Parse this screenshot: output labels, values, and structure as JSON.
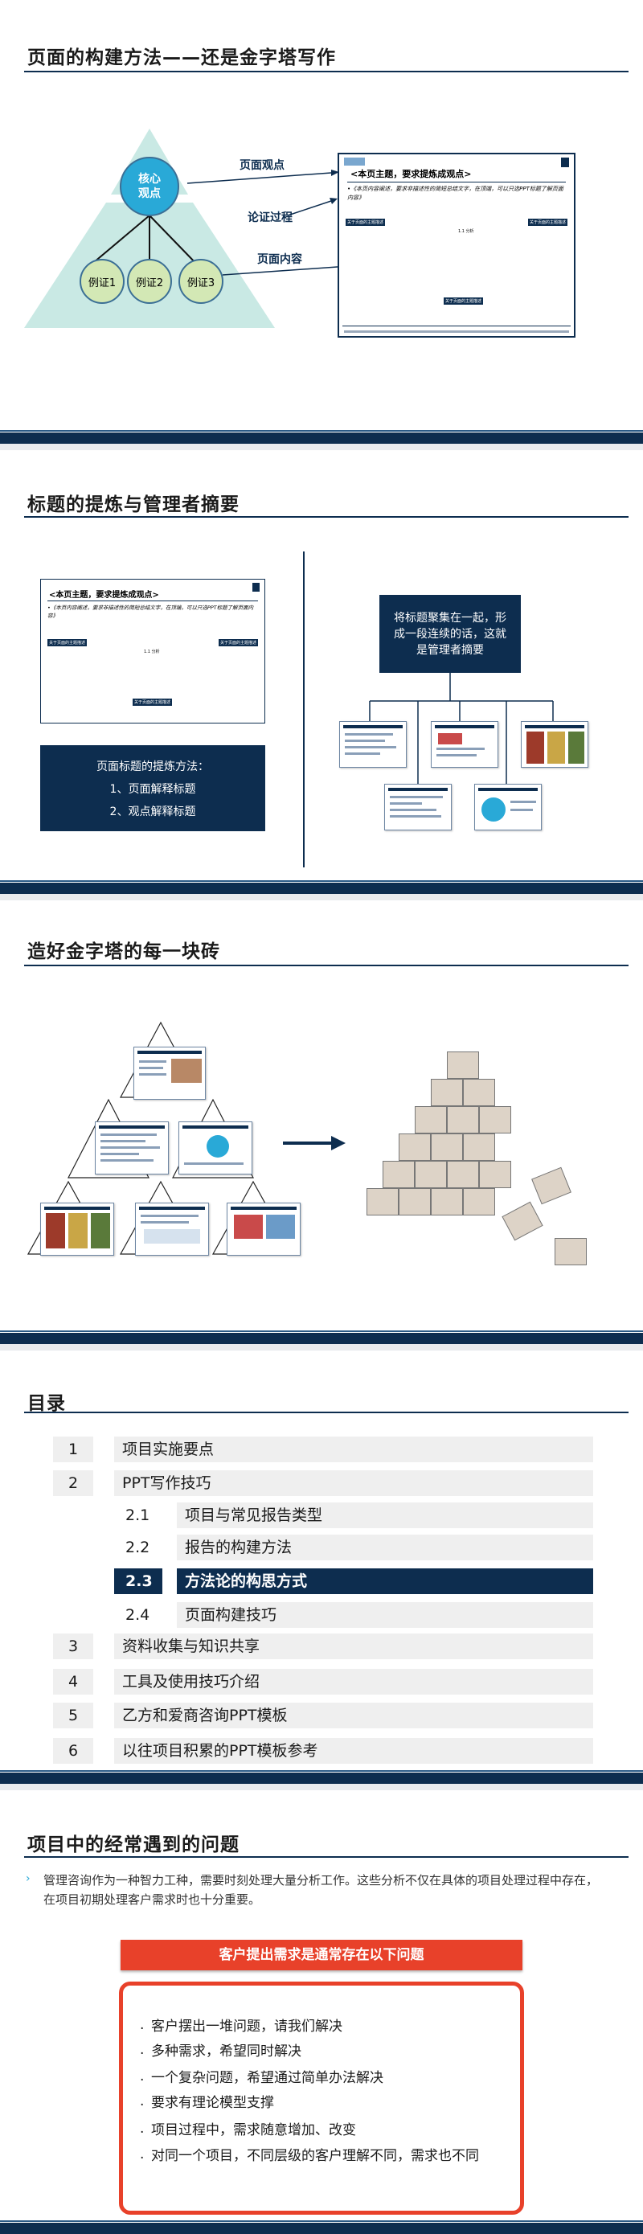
{
  "slide1": {
    "title": "页面的构建方法——还是金字塔写作",
    "core_label_1": "核心",
    "core_label_2": "观点",
    "evidence": [
      "例证1",
      "例证2",
      "例证3"
    ],
    "label_view": "页面观点",
    "label_argument": "论证过程",
    "label_content": "页面内容",
    "doc_title": "<本页主题，要求提炼成观点>",
    "doc_text": "•《本页内容阐述，要求非描述性的简短总结文字，在顶端，可以只选PPT标题了解页面内容》",
    "doc_col_left": "关于页面的主题描述",
    "doc_col_mid": "1.1 分析",
    "doc_col_right": "关于页面的主题描述",
    "doc_bottom": "关于页面的主题描述"
  },
  "slide2": {
    "title": "标题的提炼与管理者摘要",
    "doc_title": "<本页主题，要求提炼成观点>",
    "doc_text": "•《本页内容阐述，要求非描述性的简短总结文字，在顶端，可以只选PPT标题了解页面内容》",
    "doc_col_left": "关于页面的主题描述",
    "doc_col_mid": "1.1 分析",
    "doc_col_right": "关于页面的主题描述",
    "doc_bottom": "关于页面的主题描述",
    "method_heading": "页面标题的提炼方法：",
    "method_items": [
      "1、页面解释标题",
      "2、观点解释标题"
    ],
    "summary_box": "将标题聚集在一起，形成一段连续的话，这就是管理者摘要"
  },
  "slide3": {
    "title": "造好金字塔的每一块砖"
  },
  "slide4": {
    "title": "目录",
    "items": [
      {
        "num": "1",
        "label": "项目实施要点",
        "level": 1,
        "active": false
      },
      {
        "num": "2",
        "label": "PPT写作技巧",
        "level": 1,
        "active": false
      },
      {
        "num": "2.1",
        "label": "项目与常见报告类型",
        "level": 2,
        "active": false
      },
      {
        "num": "2.2",
        "label": "报告的构建方法",
        "level": 2,
        "active": false
      },
      {
        "num": "2.3",
        "label": "方法论的构思方式",
        "level": 2,
        "active": true
      },
      {
        "num": "2.4",
        "label": "页面构建技巧",
        "level": 2,
        "active": false
      },
      {
        "num": "3",
        "label": "资料收集与知识共享",
        "level": 1,
        "active": false
      },
      {
        "num": "4",
        "label": "工具及使用技巧介绍",
        "level": 1,
        "active": false
      },
      {
        "num": "5",
        "label": "乙方和爱商咨询PPT模板",
        "level": 1,
        "active": false
      },
      {
        "num": "6",
        "label": "以往项目积累的PPT模板参考",
        "level": 1,
        "active": false
      }
    ]
  },
  "slide5": {
    "title": "项目中的经常遇到的问题",
    "intro": "管理咨询作为一种智力工种，需要时刻处理大量分析工作。这些分析不仅在具体的项目处理过程中存在，在项目初期处理客户需求时也十分重要。",
    "banner": "客户提出需求是通常存在以下问题",
    "problems": [
      "客户摆出一堆问题，请我们解决",
      "多种需求，希望同时解决",
      "一个复杂问题，希望通过简单办法解决",
      "要求有理论模型支撑",
      "项目过程中，需求随意增加、改变",
      "对同一个项目，不同层级的客户理解不同，需求也不同"
    ]
  },
  "colors": {
    "navy": "#0d2d4f",
    "teal": "#29a9d7",
    "pale_green": "#c9e9e4",
    "evidence_green": "#d3e8b5",
    "banner_red": "#e8412a",
    "toc_gray": "#efefef"
  }
}
